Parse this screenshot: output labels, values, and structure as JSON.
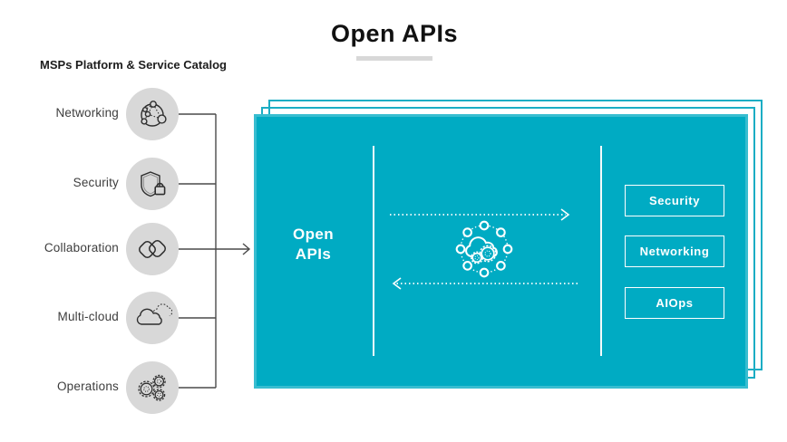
{
  "title": "Open APIs",
  "left_panel": {
    "heading": "MSPs Platform & Service Catalog",
    "items": [
      {
        "label": "Networking",
        "icon": "network-globe-icon"
      },
      {
        "label": "Security",
        "icon": "shield-lock-icon"
      },
      {
        "label": "Collaboration",
        "icon": "overlapping-squares-icon"
      },
      {
        "label": "Multi-cloud",
        "icon": "multi-cloud-icon"
      },
      {
        "label": "Operations",
        "icon": "gears-icon"
      }
    ]
  },
  "api_box": {
    "label_line1": "Open",
    "label_line2": "APIs",
    "center_icon": "cloud-gears-network-icon",
    "flow_icons": [
      "dotted-arrow-right-icon",
      "dotted-arrow-left-icon"
    ],
    "buttons": [
      {
        "label": "Security"
      },
      {
        "label": "Networking"
      },
      {
        "label": "AIOps"
      }
    ]
  },
  "colors": {
    "teal": "#00abc3",
    "layer_outline": "#1badc4",
    "circle_gray": "#d8d8d8",
    "connector_gray": "#4a4a4a",
    "underline_gray": "#d8d8d8",
    "title_black": "#111111",
    "label_gray": "#3d3d3d",
    "white": "#ffffff"
  }
}
